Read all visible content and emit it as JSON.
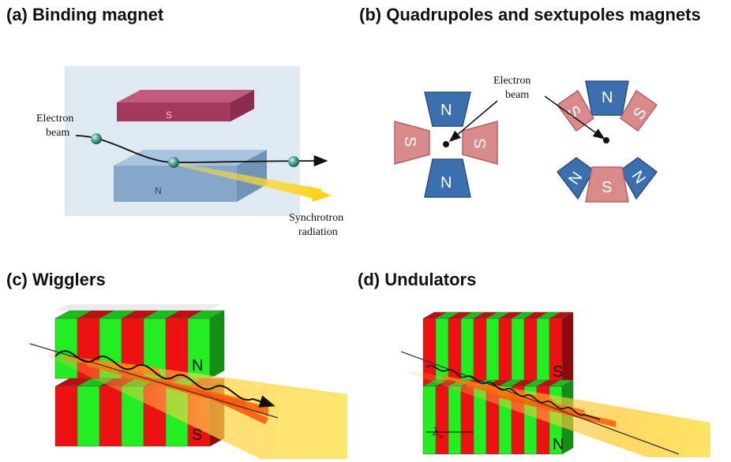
{
  "titles": {
    "a": "(a) Binding magnet",
    "b": "(b) Quadrupoles and sextupoles magnets",
    "c": "(c) Wigglers",
    "d": "(d) Undulators"
  },
  "panel_a": {
    "top_pole": "S",
    "bottom_pole": "N",
    "beam_label_line1": "Electron",
    "beam_label_line2": "beam",
    "radiation_line1": "Synchrotron",
    "radiation_line2": "radiation"
  },
  "panel_b": {
    "beam_label_line1": "Electron",
    "beam_label_line2": "beam",
    "quad_poles": [
      "N",
      "S",
      "S",
      "N"
    ],
    "sext_poles": [
      "N",
      "S",
      "S",
      "N",
      "N",
      "S"
    ]
  },
  "panel_c": {
    "top_end_pole": "N",
    "bottom_end_pole": "S"
  },
  "panel_d": {
    "top_end_pole": "S",
    "bottom_end_pole": "N",
    "period_label": "λ",
    "period_subscript": "u"
  },
  "colors": {
    "north_blue": "#3b6fad",
    "south_pink": "#d98a8a",
    "magnet_red": "#ee1111",
    "magnet_green": "#22ee22",
    "radiation_yellow": "#ffd21a"
  }
}
